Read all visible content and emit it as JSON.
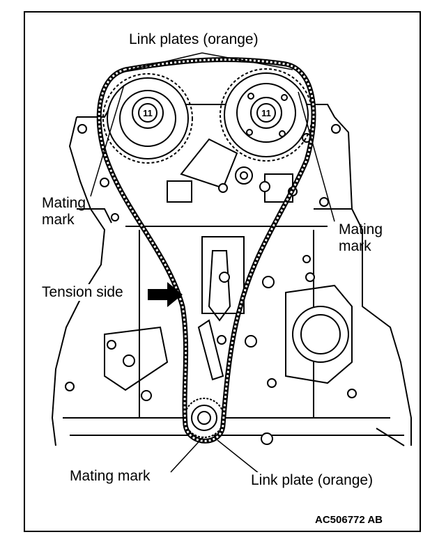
{
  "labels": {
    "link_plates_top": "Link plates (orange)",
    "mating_mark_left_line1": "Mating",
    "mating_mark_left_line2": "mark",
    "mating_mark_right_line1": "Mating",
    "mating_mark_right_line2": "mark",
    "tension_side": "Tension side",
    "mating_mark_bottom": "Mating mark",
    "link_plate_bottom": "Link plate (orange)",
    "sprocket_number_left": "11",
    "sprocket_number_right": "11"
  },
  "reference_code": "AC506772 AB"
}
